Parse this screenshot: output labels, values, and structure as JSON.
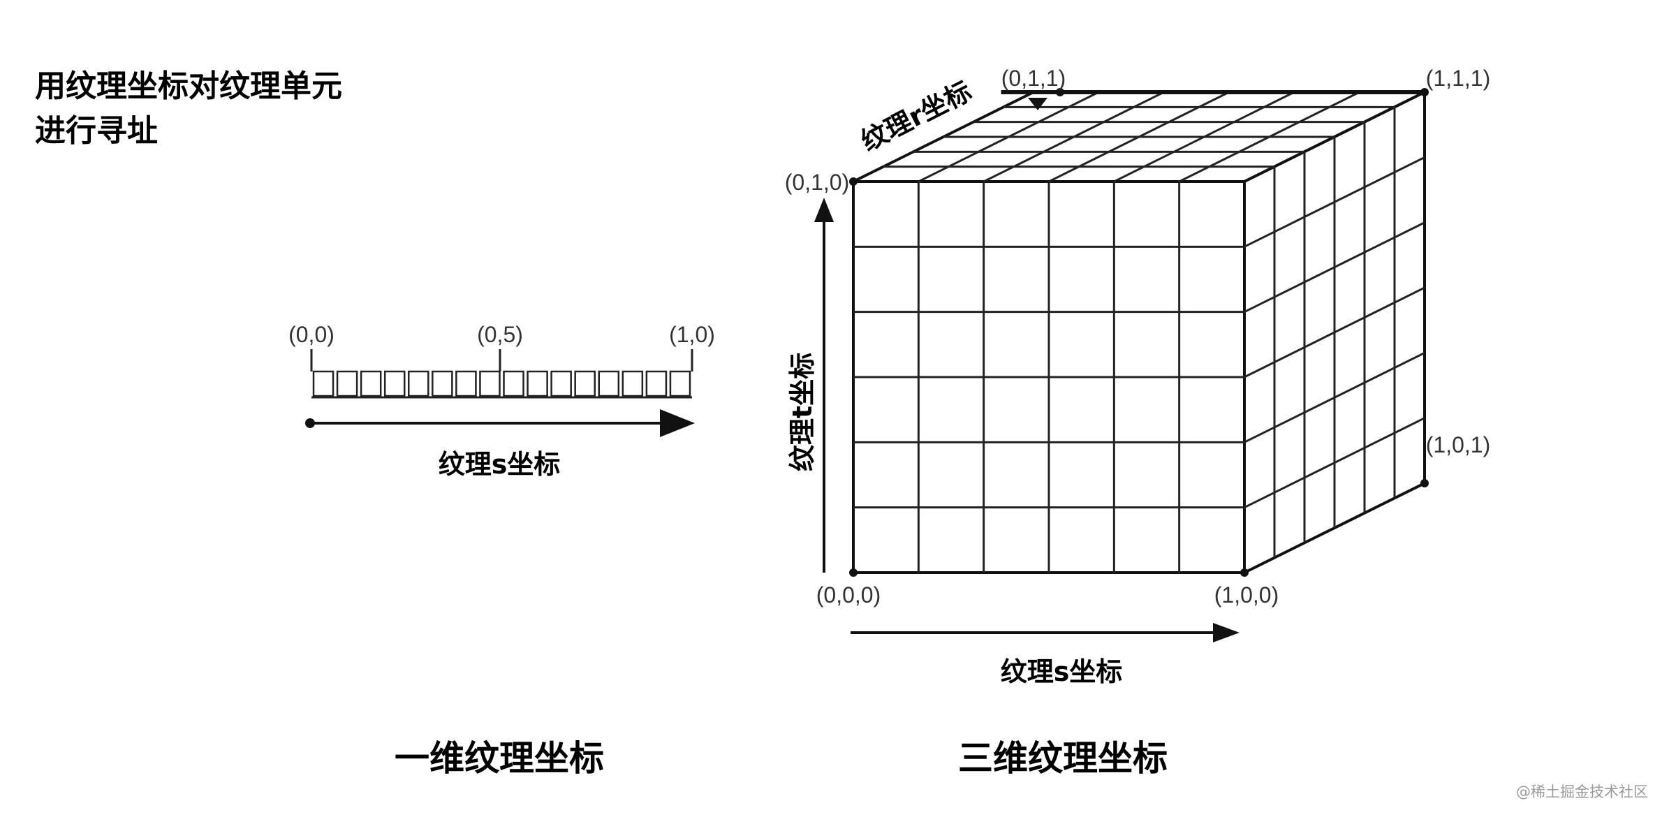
{
  "header": {
    "line1": "用纹理坐标对纹理单元",
    "line2": "进行寻址"
  },
  "one_d": {
    "coord_start": "(0,0)",
    "coord_mid": "(0,5)",
    "coord_end": "(1,0)",
    "cell_count": 16,
    "axis_label": "纹理s坐标",
    "caption": "一维纹理坐标"
  },
  "three_d": {
    "coord_010": "(0,1,0)",
    "coord_011": "(0,1,1)",
    "coord_111": "(1,1,1)",
    "coord_101": "(1,0,1)",
    "coord_000": "(0,0,0)",
    "coord_100": "(1,0,0)",
    "s_axis_label": "纹理s坐标",
    "t_axis_label": "纹理t坐标",
    "r_axis_label": "纹理r坐标",
    "grid_divisions": 6,
    "caption": "三维纹理坐标"
  },
  "watermark": "@稀土掘金技术社区"
}
